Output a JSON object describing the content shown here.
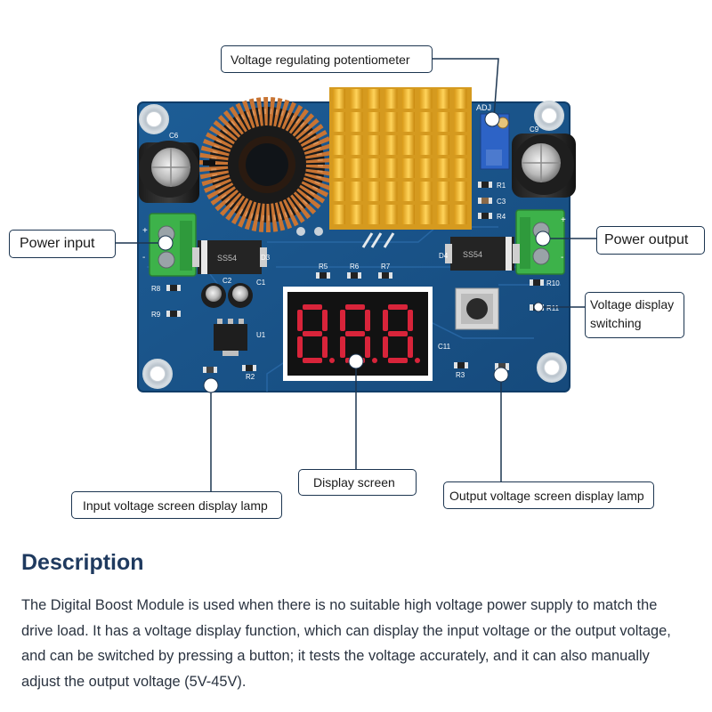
{
  "callouts": {
    "potentiometer": "Voltage regulating potentiometer",
    "power_input": "Power input",
    "power_output": "Power output",
    "voltage_switch_line1": "Voltage display",
    "voltage_switch_line2": "switching",
    "display_screen": "Display screen",
    "input_lamp": "Input voltage screen display lamp",
    "output_lamp": "Output voltage screen display lamp"
  },
  "board": {
    "labels": {
      "c6": "C6",
      "c9": "C9",
      "adj": "ADJ",
      "r1": "R1",
      "c3": "C3",
      "r4": "R4",
      "d3": "D3",
      "d4": "D4",
      "c1": "C1",
      "c2": "C2",
      "r8": "R8",
      "r9": "R9",
      "r5": "R5",
      "r6": "R6",
      "r7": "R7",
      "u1": "U1",
      "r2": "R2",
      "r3": "R3",
      "c11": "C11",
      "r10": "R10",
      "r11": "R11",
      "ss54_left": "SS54",
      "ss54_right": "SS54",
      "in_plus": "+",
      "in_minus": "-",
      "out_plus": "+",
      "out_minus": "-",
      "display_digits": "8.8.8."
    }
  },
  "colors": {
    "pcb": "#1a5488",
    "pcb_dark": "#0f3c68",
    "heatsink": "#f2b531",
    "copper": "#c87433",
    "terminal": "#3db24a",
    "callout_border": "#1c3550",
    "title": "#1f3a5f"
  },
  "description": {
    "title": "Description",
    "body": "The Digital Boost Module is used when there is no suitable high voltage power supply to match the drive load. It has a voltage display function, which can display the input voltage or the output voltage, and can be switched by pressing a button; it tests the voltage accurately, and it can also manually adjust the output voltage (5V-45V)."
  }
}
